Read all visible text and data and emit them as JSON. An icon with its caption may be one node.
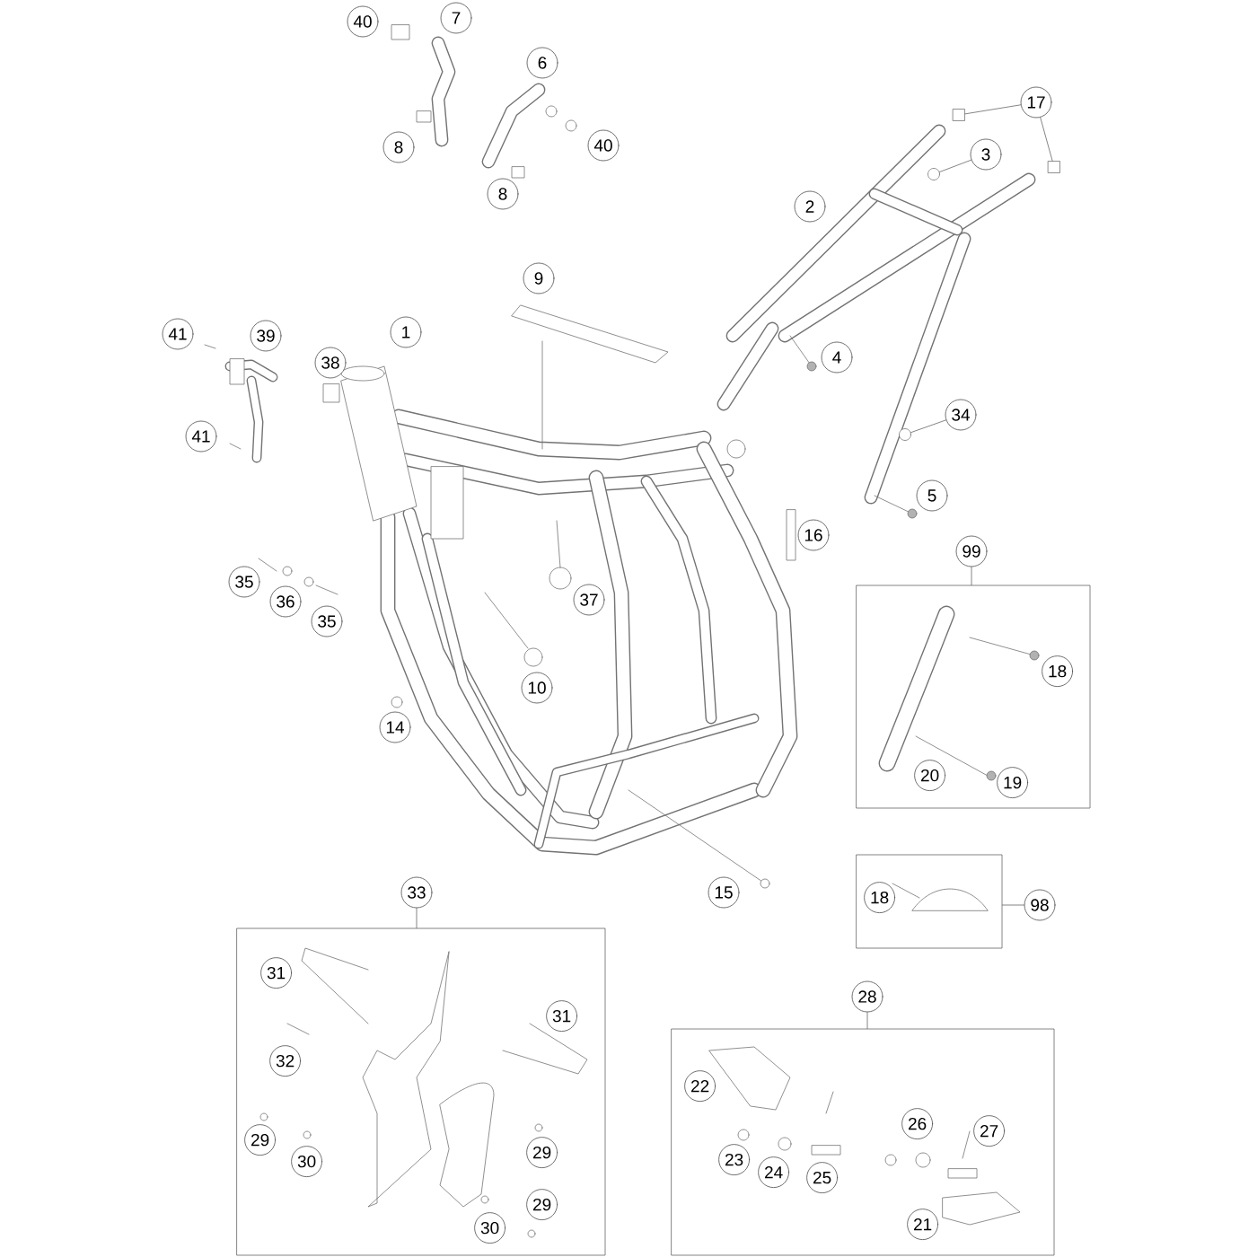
{
  "diagram": {
    "nodes": [
      {
        "text": [
          "40"
        ]
      },
      {
        "text": [
          "7"
        ]
      },
      {
        "text": [
          "6"
        ]
      },
      {
        "text": [
          "40"
        ]
      },
      {
        "text": [
          "8"
        ]
      },
      {
        "text": [
          "8"
        ]
      },
      {
        "text": [
          "9"
        ]
      },
      {
        "text": [
          "17"
        ]
      },
      {
        "text": [
          "3"
        ]
      },
      {
        "text": [
          "2"
        ]
      },
      {
        "text": [
          "4"
        ]
      },
      {
        "text": [
          "34"
        ]
      },
      {
        "text": [
          "5"
        ]
      },
      {
        "text": [
          "41"
        ]
      },
      {
        "text": [
          "39"
        ]
      },
      {
        "text": [
          "38"
        ]
      },
      {
        "text": [
          "1"
        ]
      },
      {
        "text": [
          "41"
        ]
      },
      {
        "text": [
          "16"
        ]
      },
      {
        "text": [
          "35"
        ]
      },
      {
        "text": [
          "36"
        ]
      },
      {
        "text": [
          "35"
        ]
      },
      {
        "text": [
          "37"
        ]
      },
      {
        "text": [
          "10"
        ]
      },
      {
        "text": [
          "14"
        ]
      },
      {
        "text": [
          "15"
        ]
      },
      {
        "text": [
          "99"
        ]
      },
      {
        "text": [],
        "shape": "box"
      },
      {
        "text": [
          "18"
        ],
        "in": 27
      },
      {
        "text": [
          "20"
        ],
        "in": 27
      },
      {
        "text": [
          "19"
        ],
        "in": 27
      },
      {
        "text": [],
        "shape": "box"
      },
      {
        "text": [
          "18"
        ],
        "in": 31
      },
      {
        "text": [
          "98"
        ]
      },
      {
        "text": [
          "33"
        ]
      },
      {
        "text": [],
        "shape": "box"
      },
      {
        "text": [
          "31"
        ],
        "in": 35
      },
      {
        "text": [
          "31"
        ],
        "in": 35
      },
      {
        "text": [
          "32"
        ],
        "in": 35
      },
      {
        "text": [
          "29"
        ],
        "in": 35
      },
      {
        "text": [
          "30"
        ],
        "in": 35
      },
      {
        "text": [
          "29"
        ],
        "in": 35
      },
      {
        "text": [
          "29"
        ],
        "in": 35
      },
      {
        "text": [
          "30"
        ],
        "in": 35
      },
      {
        "text": [
          "28"
        ]
      },
      {
        "text": [],
        "shape": "box"
      },
      {
        "text": [
          "22"
        ],
        "in": 45
      },
      {
        "text": [
          "23"
        ],
        "in": 45
      },
      {
        "text": [
          "24"
        ],
        "in": 45
      },
      {
        "text": [
          "25"
        ],
        "in": 45
      },
      {
        "text": [
          "26"
        ],
        "in": 45
      },
      {
        "text": [
          "27"
        ],
        "in": 45
      },
      {
        "text": [
          "21"
        ],
        "in": 45
      },
      {
        "text": [],
        "shape": "box"
      },
      {
        "text": [],
        "shape": "box"
      },
      {
        "text": [],
        "shape": "circle"
      },
      {
        "text": [],
        "shape": "circle"
      }
    ],
    "edges": [
      {
        "from": 7,
        "to": 53,
        "arrow": "none"
      },
      {
        "from": 7,
        "to": 54,
        "arrow": "none"
      },
      {
        "from": 8,
        "to": 55,
        "arrow": "none"
      },
      {
        "from": 11,
        "to": 56,
        "arrow": "none"
      },
      {
        "from": 26,
        "to": 27,
        "arrow": "none"
      },
      {
        "from": 33,
        "to": 31,
        "arrow": "none"
      },
      {
        "from": 34,
        "to": 35,
        "arrow": "none"
      },
      {
        "from": 44,
        "to": 45,
        "arrow": "none"
      }
    ]
  }
}
